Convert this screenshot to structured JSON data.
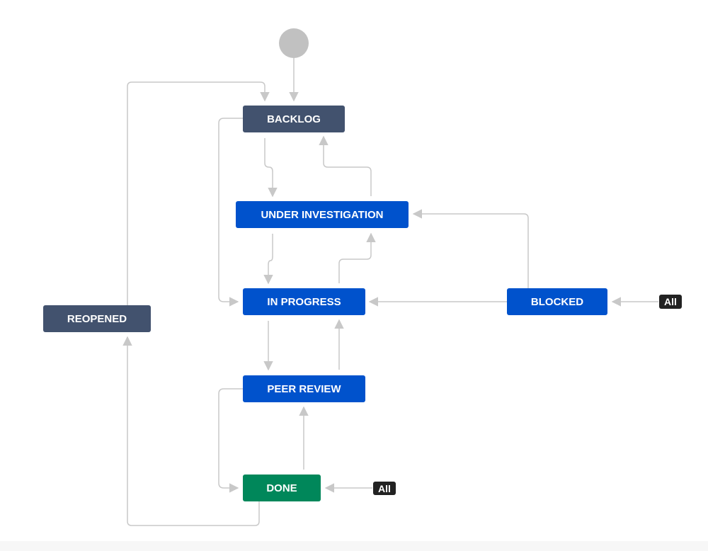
{
  "workflow": {
    "start_label": "",
    "statuses": {
      "backlog": "BACKLOG",
      "under_investigation": "UNDER INVESTIGATION",
      "in_progress": "IN PROGRESS",
      "blocked": "BLOCKED",
      "peer_review": "PEER REVIEW",
      "done": "DONE",
      "reopened": "REOPENED"
    },
    "global_transitions": {
      "blocked_all": "All",
      "done_all": "All"
    }
  },
  "colors": {
    "todo": "#42526e",
    "in_progress": "#0052cc",
    "done": "#00875a",
    "edge": "#c8c8c8",
    "start": "#c1c1c1",
    "all_badge": "#222222"
  }
}
